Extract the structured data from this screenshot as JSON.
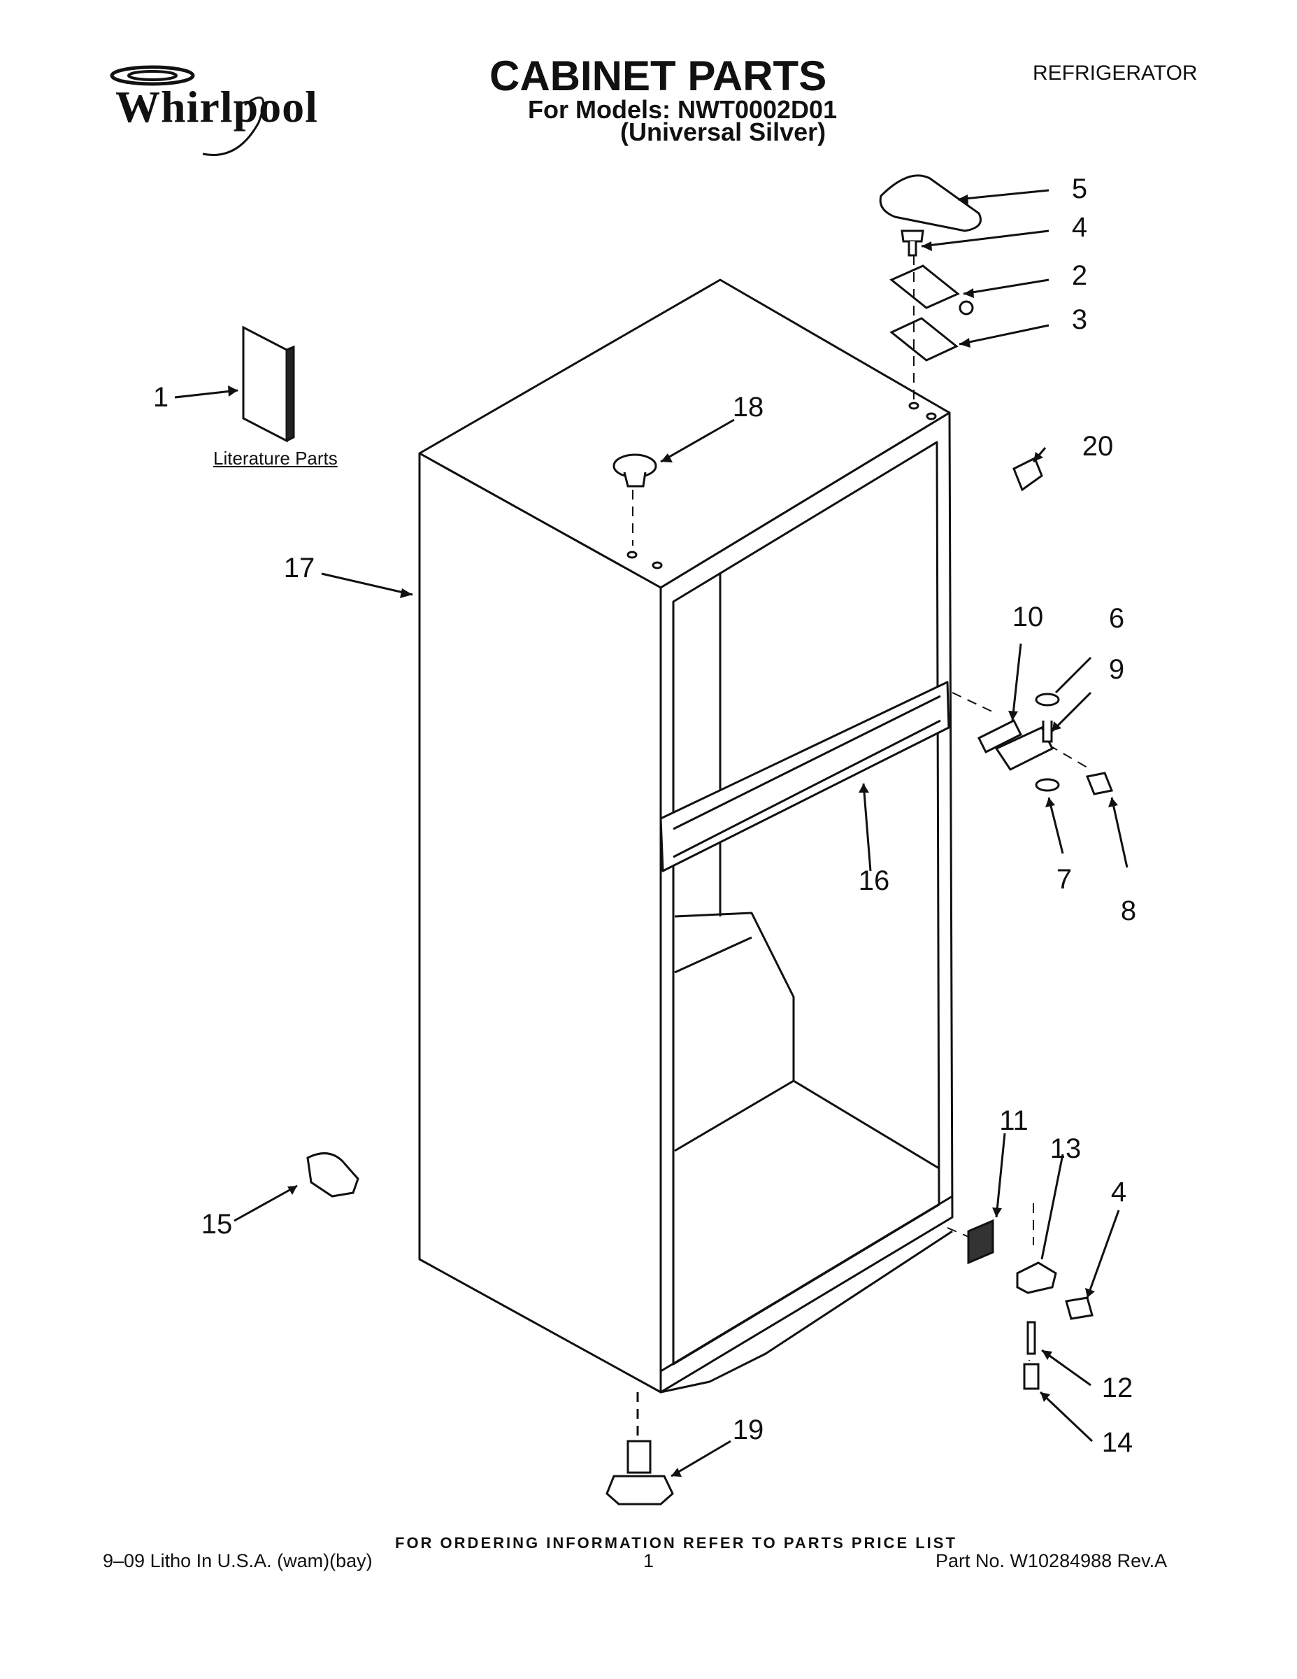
{
  "header": {
    "brand": "Whirlpool",
    "title": "CABINET PARTS",
    "models_line": "For Models: NWT0002D01",
    "color_line": "(Universal Silver)",
    "appliance": "REFRIGERATOR"
  },
  "diagram": {
    "literature_label": "Literature Parts",
    "callouts": [
      "1",
      "2",
      "3",
      "4",
      "4",
      "5",
      "6",
      "7",
      "8",
      "9",
      "10",
      "11",
      "12",
      "13",
      "14",
      "15",
      "16",
      "17",
      "18",
      "19",
      "20"
    ]
  },
  "footer": {
    "ordering_note": "FOR ORDERING INFORMATION REFER TO PARTS PRICE LIST",
    "litho": "9–09 Litho In U.S.A. (wam)(bay)",
    "page_number": "1",
    "part_number": "Part No. W10284988 Rev.A"
  }
}
